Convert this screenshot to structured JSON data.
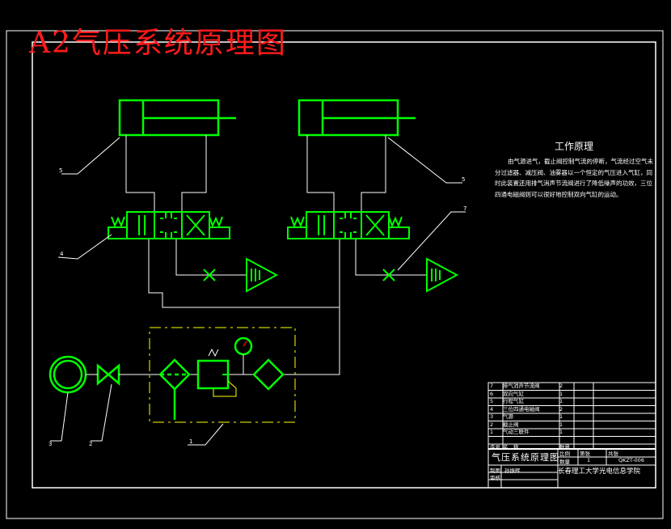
{
  "title": "A2气压系统原理图",
  "principle": {
    "heading": "工作原理",
    "text": "由气源进气，截止阀控制气流的停断，气流经过空气未分过滤器、减压阀、油雾器以一个恒定的气压进入气缸，同时此装置还用排气消声节流阀进行了降低噪声的功效，三位四通电磁阀则可以很好地控制双向气缸的运动。"
  },
  "callouts": [
    "5",
    "5",
    "4",
    "7",
    "3",
    "2",
    "1"
  ],
  "bom": {
    "rows": [
      {
        "no": "7",
        "name": "排气消声节流阀",
        "qty": "2"
      },
      {
        "no": "6",
        "name": "双向气缸",
        "qty": "1"
      },
      {
        "no": "5",
        "name": "行程气缸",
        "qty": "1"
      },
      {
        "no": "4",
        "name": "三位四通电磁阀",
        "qty": "2"
      },
      {
        "no": "3",
        "name": "气源",
        "qty": "1"
      },
      {
        "no": "2",
        "name": "截止阀",
        "qty": "1"
      },
      {
        "no": "1",
        "name": "气动三联件",
        "qty": "1"
      }
    ],
    "header": {
      "no": "序号",
      "name": "名　称",
      "qty": "数量"
    }
  },
  "title_block": {
    "name": "气压系统原理图",
    "label_scale": "比例",
    "label_count": "数量",
    "label_sheet": "第张",
    "label_total": "共张",
    "count": "1",
    "drawing_no": "QKZT-006",
    "label_draw": "制图",
    "label_check": "审核",
    "person": "孙振辉",
    "university": "长春理工大学光电信息学院"
  },
  "colors": {
    "lines": "#00ff00",
    "frame": "#ffffff",
    "title": "#ff1a1a",
    "dashed": "#ffff00",
    "accent": "#ff0000"
  }
}
